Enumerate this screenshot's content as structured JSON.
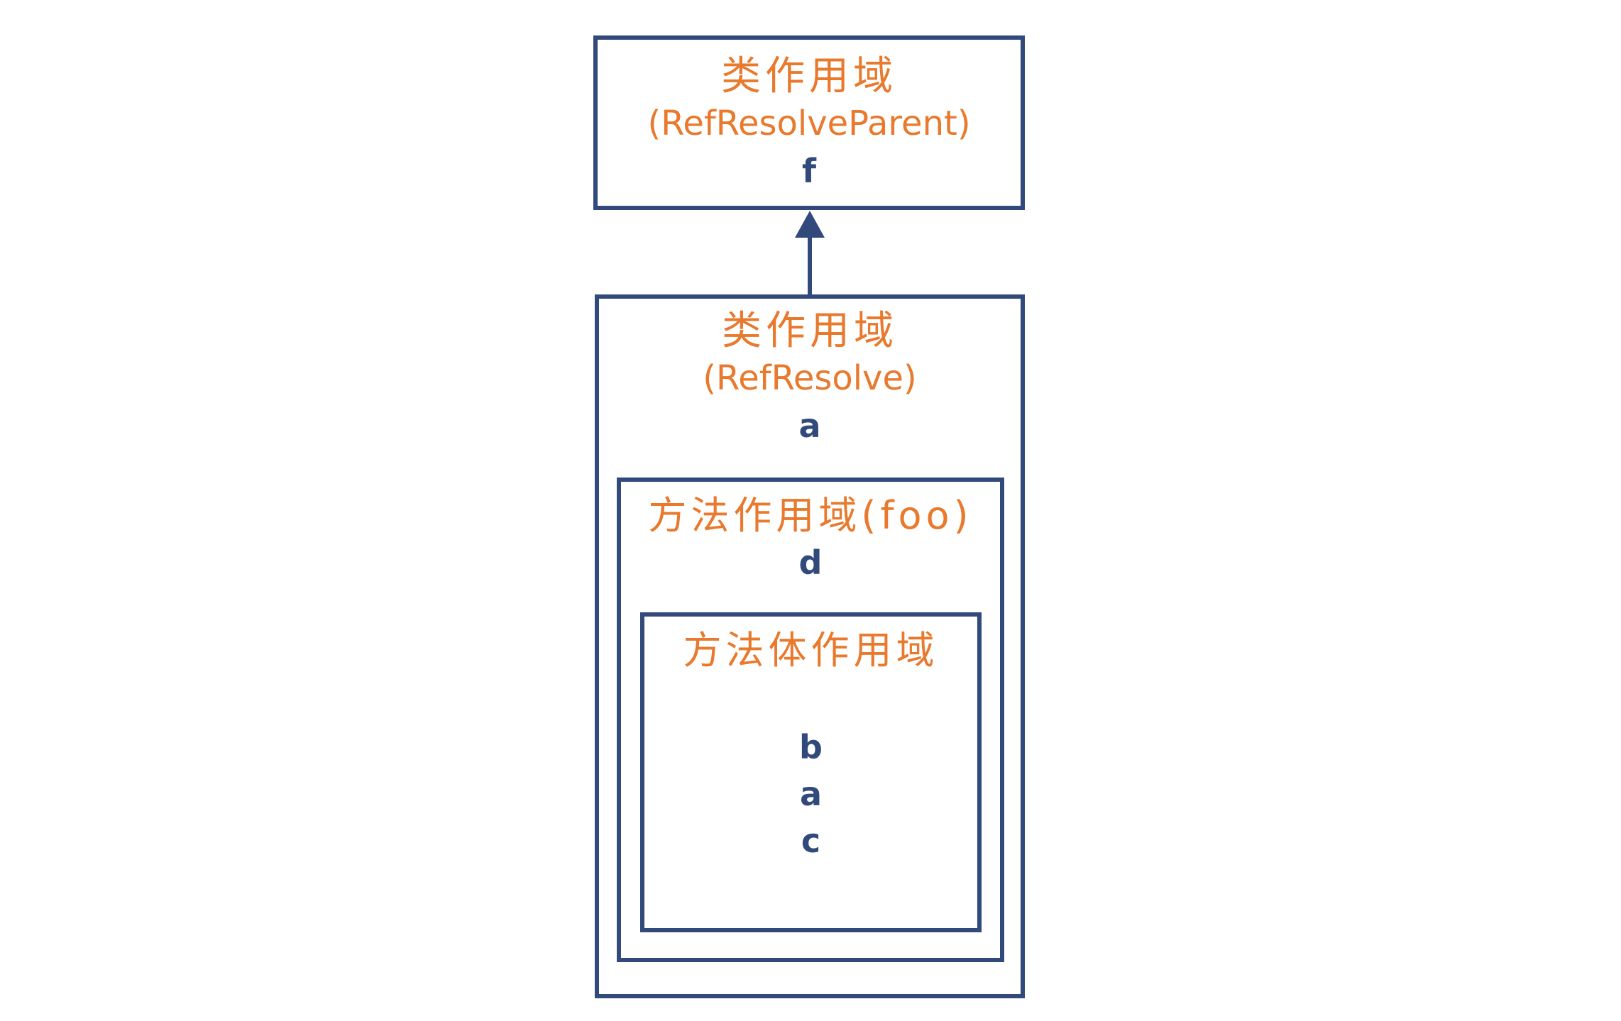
{
  "colors": {
    "navy": "#31497B",
    "orange": "#E8792D",
    "background": "#FFFFFF"
  },
  "diagram": {
    "parent_class_scope": {
      "title": "类作用域",
      "subtitle": "(RefResolveParent)",
      "member": "f"
    },
    "class_scope": {
      "title": "类作用域",
      "subtitle": "(RefResolve)",
      "member": "a"
    },
    "method_scope": {
      "title": "方法作用域(foo)",
      "member": "d"
    },
    "method_body_scope": {
      "title": "方法体作用域",
      "members": [
        "b",
        "a",
        "c"
      ]
    },
    "arrow": {
      "direction": "up",
      "from": "class_scope",
      "to": "parent_class_scope"
    }
  }
}
